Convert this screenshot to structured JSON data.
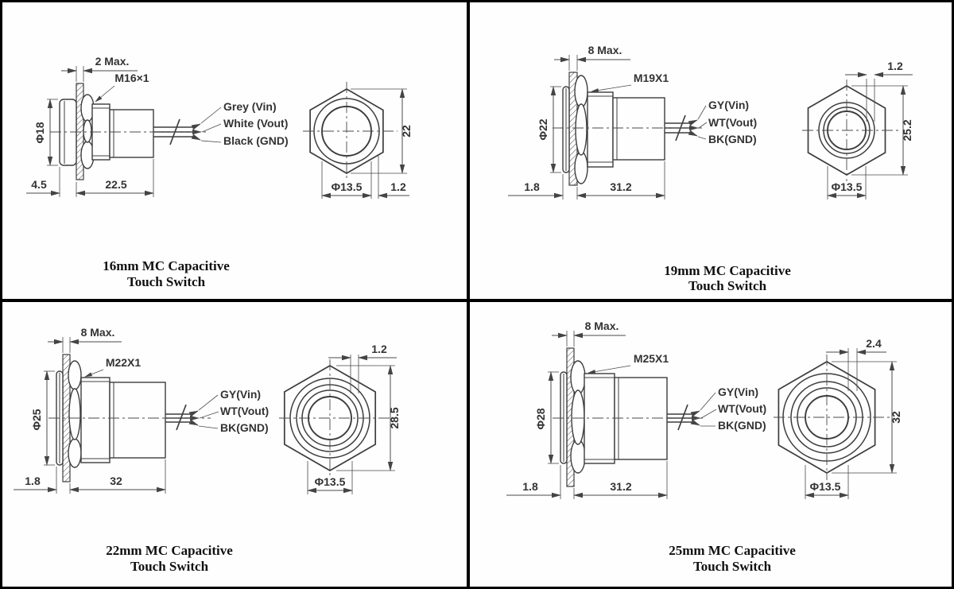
{
  "colors": {
    "background": "#fefefe",
    "line": "#3d3d3d",
    "dimension": "#4a4a4a",
    "caption_text": "#101010",
    "border": "#000000"
  },
  "quadrants": [
    {
      "name": "16mm",
      "caption_line1": "16mm MC Capacitive",
      "caption_line2": "Touch Switch",
      "labels": {
        "panel_max": "2 Max.",
        "thread_spec": "M16×1",
        "head_diameter": "Φ18",
        "head_thickness": "4.5",
        "body_length": "22.5",
        "wire_vin": "Grey (Vin)",
        "wire_vout": "White (Vout)",
        "wire_gnd": "Black (GND)",
        "nut_size": "22",
        "touch_diameter": "Φ13.5",
        "edge_width": "1.2"
      }
    },
    {
      "name": "19mm",
      "caption_line1": "19mm MC Capacitive",
      "caption_line2": "Touch Switch",
      "labels": {
        "panel_max": "8 Max.",
        "thread_spec": "M19X1",
        "head_diameter": "Φ22",
        "head_thickness": "1.8",
        "body_length": "31.2",
        "wire_vin": "GY(Vin)",
        "wire_vout": "WT(Vout)",
        "wire_gnd": "BK(GND)",
        "nut_size": "25.2",
        "touch_diameter": "Φ13.5",
        "edge_width": "1.2"
      }
    },
    {
      "name": "22mm",
      "caption_line1": "22mm MC Capacitive",
      "caption_line2": "Touch Switch",
      "labels": {
        "panel_max": "8 Max.",
        "thread_spec": "M22X1",
        "head_diameter": "Φ25",
        "head_thickness": "1.8",
        "body_length": "32",
        "wire_vin": "GY(Vin)",
        "wire_vout": "WT(Vout)",
        "wire_gnd": "BK(GND)",
        "nut_size": "28.5",
        "touch_diameter": "Φ13.5",
        "edge_width": "1.2"
      }
    },
    {
      "name": "25mm",
      "caption_line1": "25mm MC Capacitive",
      "caption_line2": "Touch Switch",
      "labels": {
        "panel_max": "8 Max.",
        "thread_spec": "M25X1",
        "head_diameter": "Φ28",
        "head_thickness": "1.8",
        "body_length": "31.2",
        "wire_vin": "GY(Vin)",
        "wire_vout": "WT(Vout)",
        "wire_gnd": "BK(GND)",
        "nut_size": "32",
        "touch_diameter": "Φ13.5",
        "edge_width": "2.4"
      }
    }
  ]
}
